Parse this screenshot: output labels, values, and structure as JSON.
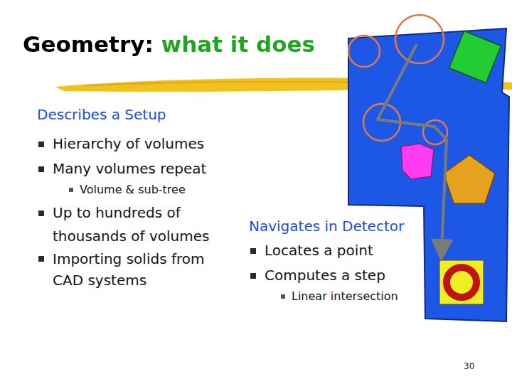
{
  "diagram": {
    "title": "Geometry: what it does",
    "labels": [
      "Describes a Setup",
      "Hierarchy of volumes",
      "Many volumes repeat",
      "Volume & sub-tree",
      "Up to hundreds of thousands of volumes",
      "Importing solids from CAD systems",
      "Navigates in Detector",
      "Locates a point",
      "Computes a step",
      "Linear intersection",
      "30"
    ]
  }
}
